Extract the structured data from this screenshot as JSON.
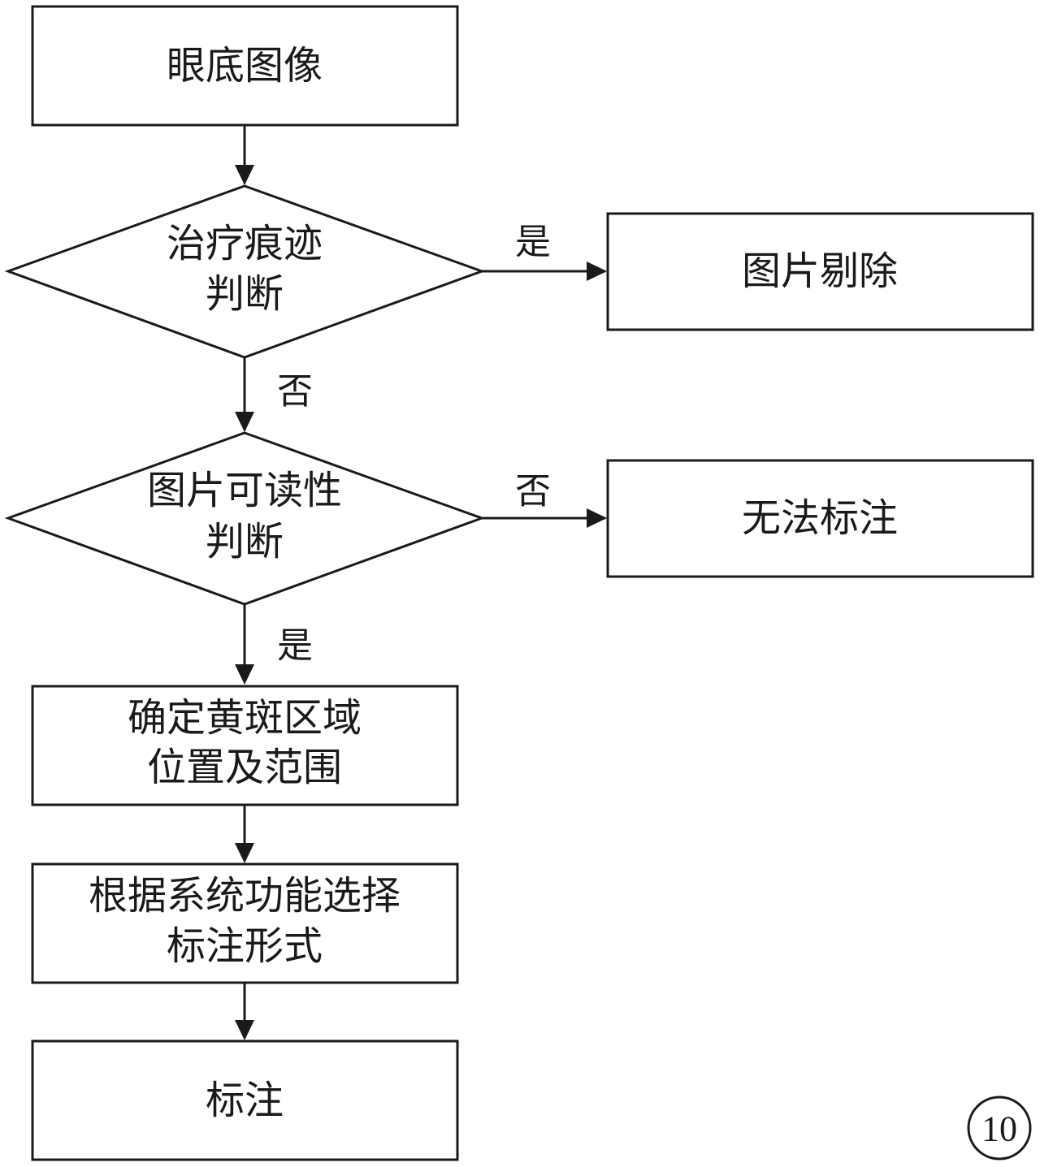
{
  "nodes": {
    "fundus_image": "眼底图像",
    "treatment_scar_check": [
      "治疗痕迹",
      "判断"
    ],
    "discard_image": "图片剔除",
    "readability_check": [
      "图片可读性",
      "判断"
    ],
    "cannot_annotate": "无法标注",
    "locate_macula": [
      "确定黄斑区域",
      "位置及范围"
    ],
    "choose_annotation_form": [
      "根据系统功能选择",
      "标注形式"
    ],
    "annotate": "标注"
  },
  "edges": {
    "scar_yes": "是",
    "scar_no": "否",
    "readable_no": "否",
    "readable_yes": "是"
  },
  "badge": "10"
}
